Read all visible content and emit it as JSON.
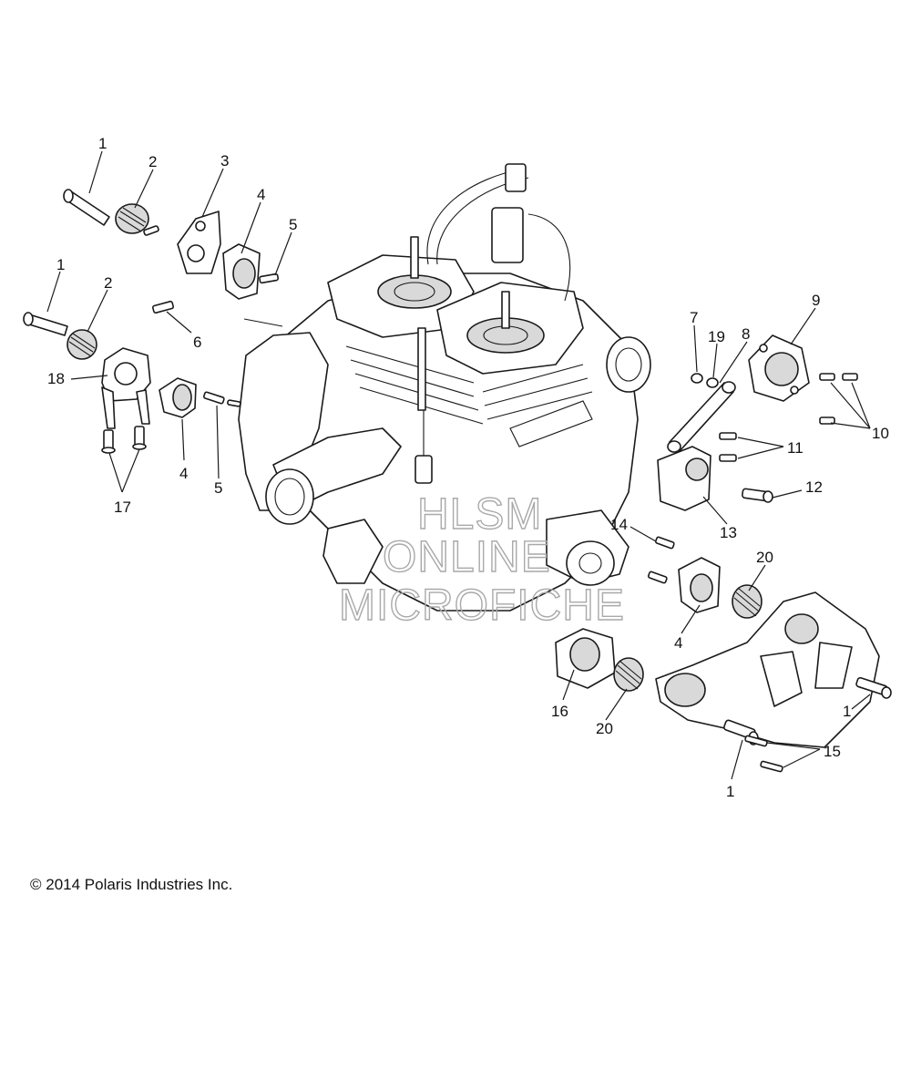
{
  "copyright": "© 2014 Polaris Industries Inc.",
  "watermark": {
    "line1": "HLSM",
    "line2": "ONLINE",
    "line3": "MICROFICHE"
  },
  "callouts": [
    {
      "id": "c1a",
      "label": "1"
    },
    {
      "id": "c2a",
      "label": "2"
    },
    {
      "id": "c3",
      "label": "3"
    },
    {
      "id": "c4a",
      "label": "4"
    },
    {
      "id": "c5a",
      "label": "5"
    },
    {
      "id": "c6",
      "label": "6"
    },
    {
      "id": "c1b",
      "label": "1"
    },
    {
      "id": "c2b",
      "label": "2"
    },
    {
      "id": "c18",
      "label": "18"
    },
    {
      "id": "c4b",
      "label": "4"
    },
    {
      "id": "c5b",
      "label": "5"
    },
    {
      "id": "c17",
      "label": "17"
    },
    {
      "id": "c7",
      "label": "7"
    },
    {
      "id": "c19",
      "label": "19"
    },
    {
      "id": "c8",
      "label": "8"
    },
    {
      "id": "c9",
      "label": "9"
    },
    {
      "id": "c10",
      "label": "10"
    },
    {
      "id": "c11",
      "label": "11"
    },
    {
      "id": "c12",
      "label": "12"
    },
    {
      "id": "c13",
      "label": "13"
    },
    {
      "id": "c14",
      "label": "14"
    },
    {
      "id": "c20a",
      "label": "20"
    },
    {
      "id": "c4c",
      "label": "4"
    },
    {
      "id": "c16",
      "label": "16"
    },
    {
      "id": "c20b",
      "label": "20"
    },
    {
      "id": "c1c",
      "label": "1"
    },
    {
      "id": "c15",
      "label": "15"
    },
    {
      "id": "c1d",
      "label": "1"
    }
  ]
}
